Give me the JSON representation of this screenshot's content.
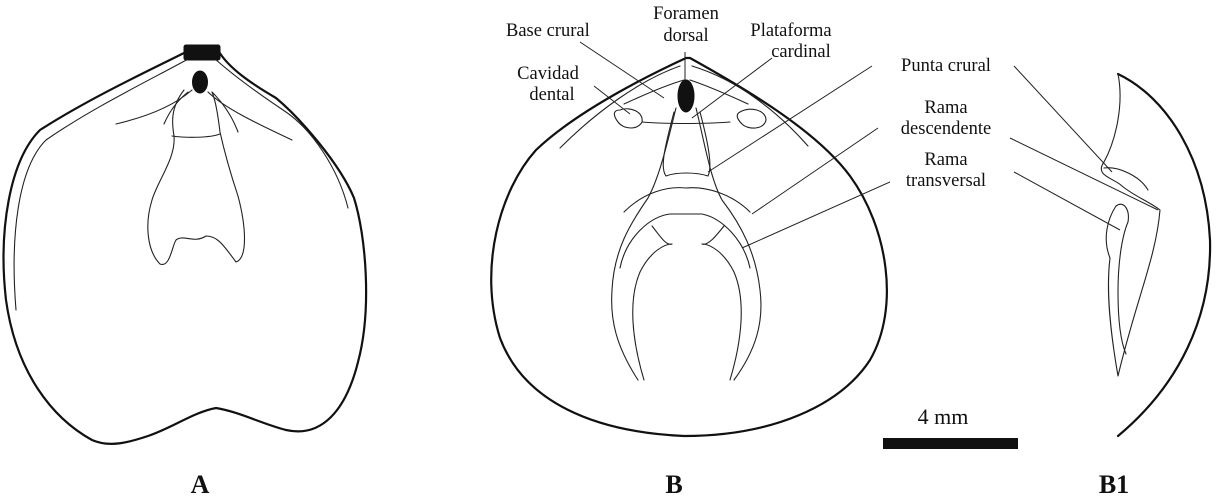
{
  "labels": {
    "base_crural": "Base crural",
    "foramen_line1": "Foramen",
    "foramen_line2": "dorsal",
    "plataforma_line1": "Plataforma",
    "plataforma_line2": "cardinal",
    "cavidad_line1": "Cavidad",
    "cavidad_line2": "dental",
    "punta_crural": "Punta crural",
    "rama_desc_line1": "Rama",
    "rama_desc_line2": "descendente",
    "rama_trans_line1": "Rama",
    "rama_trans_line2": "transversal"
  },
  "scale_bar": {
    "label": "4 mm"
  },
  "panels": {
    "a": "A",
    "b": "B",
    "b1": "B1"
  }
}
